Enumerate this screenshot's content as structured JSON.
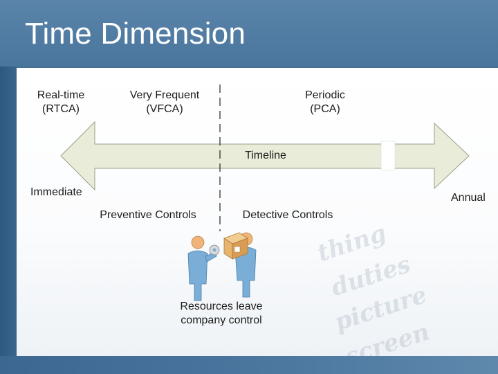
{
  "slide": {
    "title": "Time Dimension"
  },
  "diagram": {
    "categories": [
      {
        "line1": "Real-time",
        "line2": "(RTCA)"
      },
      {
        "line1": "Very Frequent",
        "line2": "(VFCA)"
      },
      {
        "line1": "Periodic",
        "line2": "(PCA)"
      }
    ],
    "timeline_label": "Timeline",
    "left_end_label": "Immediate",
    "right_end_label": "Annual",
    "preventive_label": "Preventive Controls",
    "detective_label": "Detective Controls",
    "figure_caption": {
      "line1": "Resources leave",
      "line2": "company control"
    }
  },
  "colors": {
    "arrow_fill": "#e8ecd8",
    "arrow_stroke": "#9aa08a",
    "figure_blue": "#7aaed6",
    "figure_skin": "#f0b47a",
    "box_tan": "#e6b46e"
  }
}
